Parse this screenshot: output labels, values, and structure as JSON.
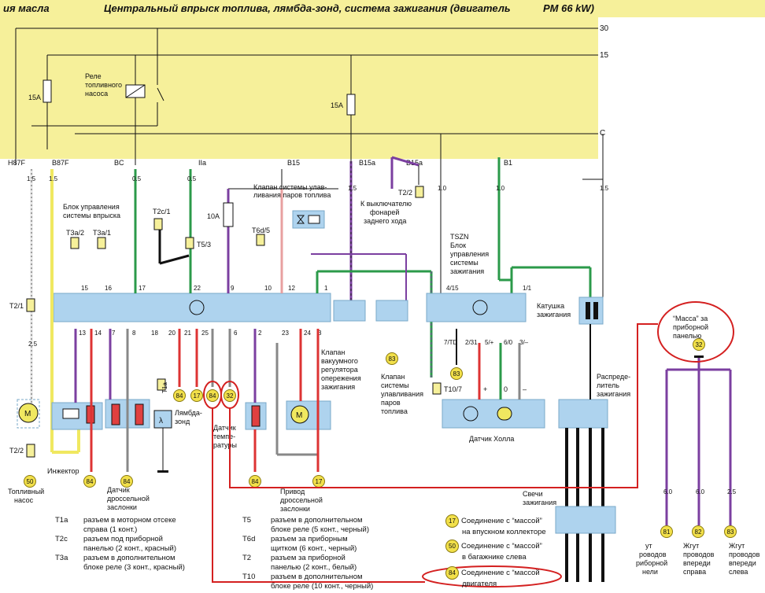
{
  "header": {
    "left": "ия масла",
    "title": "Центральный впрыск топлива, лямбда-зонд, система зажигания (двигатель",
    "title_end": "PM 66 kW)"
  },
  "rails": {
    "r30": "30",
    "r15": "15",
    "rc": "C"
  },
  "fuses": {
    "f1": "15A",
    "f2": "15A",
    "f3": "10A"
  },
  "relay": {
    "label1": "Реле",
    "label2": "топливного",
    "label3": "насоса"
  },
  "wire_labels": {
    "h87f": "H87F",
    "b87f": "B87F",
    "bc": "BC",
    "iia": "IIa",
    "b15": "B15",
    "b15a_1": "B15a",
    "b15a_2": "B15a",
    "b1": "B1"
  },
  "gauges": {
    "g1_5": "1.5",
    "g0_5": "0.5",
    "g1_0": "1.0",
    "g2_5": "2.5",
    "g6_0": "6.0"
  },
  "ecu": {
    "label1": "Блок управления",
    "label2": "системы впрыска",
    "top_pins": [
      "15",
      "16",
      "17",
      "22",
      "9",
      "10",
      "12",
      "1"
    ],
    "bottom_pins": [
      "13",
      "14",
      "7",
      "8",
      "18",
      "20",
      "21",
      "25",
      "6",
      "2",
      "23",
      "24",
      "3"
    ]
  },
  "connectors": {
    "t3a2": "T3a/2",
    "t3a1": "T3a/1",
    "t2c1": "T2c/1",
    "t53": "T5/3",
    "t6d5": "T6d/5",
    "t21": "T2/1",
    "t22": "T2/2",
    "t22b": "T2/2",
    "t1a": "T1a",
    "t107": "T10/7"
  },
  "components": {
    "evap1": "Клапан системы улав-",
    "evap2": "ливания паров топлива",
    "reverse1": "К выключателю",
    "reverse2": "фонарей",
    "reverse3": "заднего хода",
    "tszn1": "TSZN",
    "tszn2": "Блок",
    "tszn3": "управления",
    "tszn4": "системы",
    "tszn5": "зажигания",
    "tszn_pins": [
      "4/15",
      "1/1"
    ],
    "tszn_bottom": [
      "7/TD",
      "2/31",
      "5/+",
      "6/0",
      "3/–"
    ],
    "coil1": "Катушка",
    "coil2": "зажигания",
    "vac1": "Клапан",
    "vac2": "вакуумного",
    "vac3": "регулятора",
    "vac4": "опережения",
    "vac5": "зажигания",
    "evap_b1": "Клапан",
    "evap_b2": "системы",
    "evap_b3": "улавливания",
    "evap_b4": "паров",
    "evap_b5": "топлива",
    "hall": "Датчик Холла",
    "dist1": "Распреде-",
    "dist2": "литель",
    "dist3": "зажигания",
    "plugs1": "Свечи",
    "plugs2": "зажигания",
    "pump1": "Топливный",
    "pump2": "насос",
    "injector": "Инжектор",
    "throttle1": "Датчик",
    "throttle2": "дроссельной",
    "throttle3": "заслонки",
    "lambda1": "Лямбда-",
    "lambda2": "зонд",
    "temp1": "Датчик",
    "temp2": "темпе-",
    "temp3": "ратуры",
    "drive1": "Привод",
    "drive2": "дроссельной",
    "drive3": "заслонки",
    "hall_signs": [
      "+",
      "0",
      "–"
    ]
  },
  "ground_points": {
    "g50": "50",
    "g84": "84",
    "g17": "17",
    "g32": "32",
    "g83": "83",
    "g81": "81",
    "g82": "82"
  },
  "mass_callout": {
    "l1": "“Масса” за",
    "l2": "приборной",
    "l3": "панелью"
  },
  "harness": {
    "h81_1": "ут",
    "h81_2": "роводов",
    "h81_3": "риборной",
    "h81_4": "нели",
    "h82_1": "Жгут",
    "h82_2": "проводов",
    "h82_3": "впереди",
    "h82_4": "справа",
    "h83_1": "Жгут",
    "h83_2": "проводов",
    "h83_3": "впереди",
    "h83_4": "слева"
  },
  "legend_left": [
    {
      "code": "T1a",
      "l1": "разъем в моторном отсеке",
      "l2": "справа (1 конт.)"
    },
    {
      "code": "T2c",
      "l1": "разъем под приборной",
      "l2": "панелью (2 конт., красный)"
    },
    {
      "code": "T3a",
      "l1": "разъем в дополнительном",
      "l2": "блоке реле (3 конт., красный)"
    }
  ],
  "legend_mid": [
    {
      "code": "T5",
      "l1": "разъем в дополнительном",
      "l2": "блоке реле (5 конт., черный)"
    },
    {
      "code": "T6d",
      "l1": "разъем за приборным",
      "l2": "щитком (6 конт., черный)"
    },
    {
      "code": "T2",
      "l1": "разъем за приборной",
      "l2": "панелью (2 конт., белый)"
    },
    {
      "code": "T10",
      "l1": "разъем в дополнительном",
      "l2": "блоке реле (10 конт., черный)"
    }
  ],
  "legend_ground": [
    {
      "num": "17",
      "l1": "Соединение с “массой”",
      "l2": "на впускном коллекторе"
    },
    {
      "num": "50",
      "l1": "Соединение с “массой”",
      "l2": "в багажнике слева"
    },
    {
      "num": "84",
      "l1": "Соединение с “массой",
      "l2": "двигателя"
    }
  ],
  "colors": {
    "yellow": "#f6f09a",
    "panel": "#aed3ee",
    "highlight": "#d42020"
  }
}
